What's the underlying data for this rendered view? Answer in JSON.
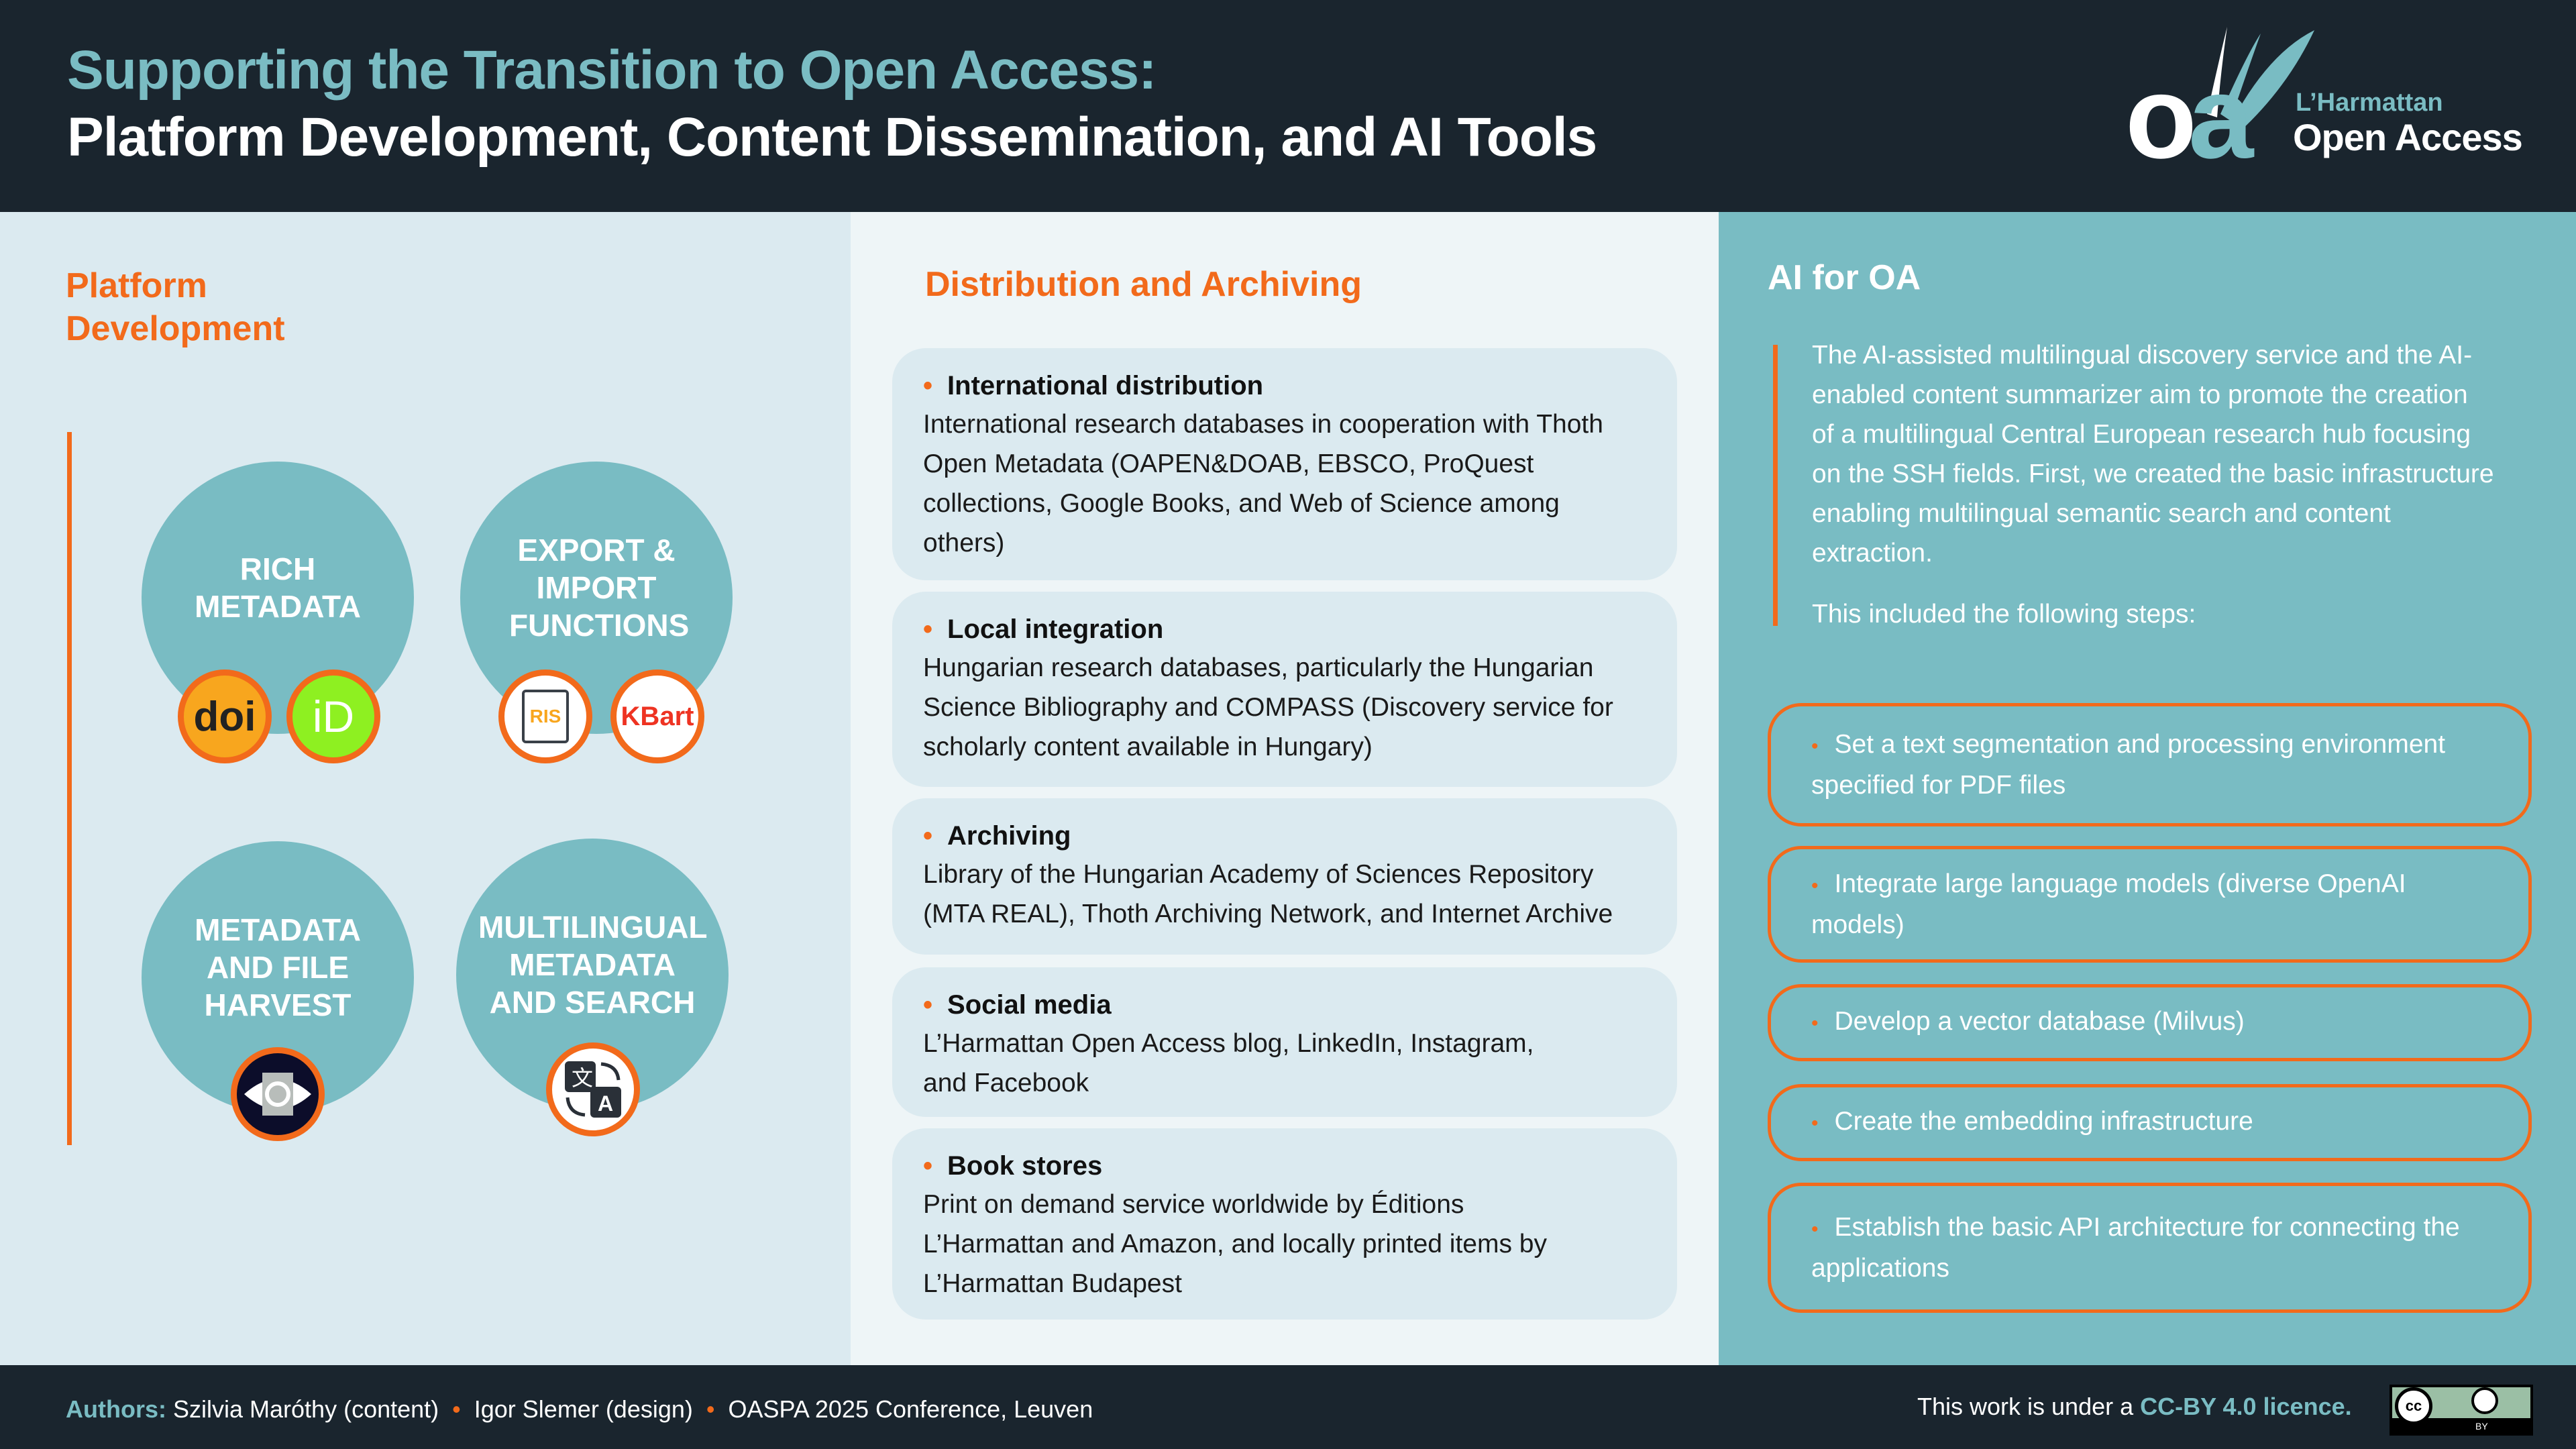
{
  "header": {
    "title_line1": "Supporting the Transition to Open Access:",
    "title_line2": "Platform Development, Content Dissemination, and AI Tools",
    "logo_mark": "oa",
    "logo_line1": "L’Harmattan",
    "logo_line2": "Open Access"
  },
  "platform": {
    "heading": "Platform Development",
    "circles": [
      {
        "label": "RICH METADATA",
        "icons": [
          "doi",
          "iD"
        ]
      },
      {
        "label": "EXPORT & IMPORT FUNCTIONS",
        "icons": [
          "RIS",
          "KBart"
        ]
      },
      {
        "label": "METADATA AND FILE HARVEST",
        "icons": [
          "eye-document"
        ]
      },
      {
        "label": "MULTILINGUAL METADATA AND SEARCH",
        "icons": [
          "translate"
        ]
      }
    ]
  },
  "distribution": {
    "heading": "Distribution and Archiving",
    "items": [
      {
        "title": "International distribution",
        "text": "International research databases in cooperation with Thoth Open Metadata (OAPEN&DOAB, EBSCO, ProQuest collections, Google Books, and Web of Science among others)"
      },
      {
        "title": "Local integration",
        "text": "Hungarian research databases, particularly the Hungarian Science Bibliography and COMPASS (Discovery service for scholarly content available in Hungary)"
      },
      {
        "title": "Archiving",
        "text": "Library of the Hungarian Academy of Sciences Repository (MTA REAL), Thoth Archiving Network, and Internet Archive"
      },
      {
        "title": "Social media",
        "text": "L’Harmattan Open Access blog, LinkedIn, Instagram, and Facebook"
      },
      {
        "title": "Book stores",
        "text": "Print on demand service worldwide by Éditions L’Harmattan and Amazon, and locally printed items by L’Harmattan Budapest"
      }
    ]
  },
  "ai": {
    "heading": "AI for OA",
    "intro": "The AI-assisted multilingual discovery service and the AI-enabled content summarizer aim to promote the creation of a multilingual Central European research hub focusing on the SSH fields. First, we created the basic infrastructure enabling multilingual semantic search and content extraction.",
    "steps_intro": "This included the following steps:",
    "steps": [
      "Set a text segmentation and processing environment specified for PDF files",
      "Integrate large language models (diverse OpenAI models)",
      "Develop a vector database (Milvus)",
      "Create the embedding infrastructure",
      "Establish the basic API architecture for connecting the applications"
    ]
  },
  "footer": {
    "authors_label": "Authors:",
    "author1": "Szilvia Maróthy (content)",
    "author2": "Igor Slemer (design)",
    "event": "OASPA 2025 Conference, Leuven",
    "licence_prefix": "This work is under a",
    "licence": "CC-BY 4.0 licence.",
    "cc_badge": "BY"
  },
  "colors": {
    "dark": "#1a252e",
    "teal": "#79bcc3",
    "orange": "#f26a1b",
    "light": "#dbeaf0"
  }
}
